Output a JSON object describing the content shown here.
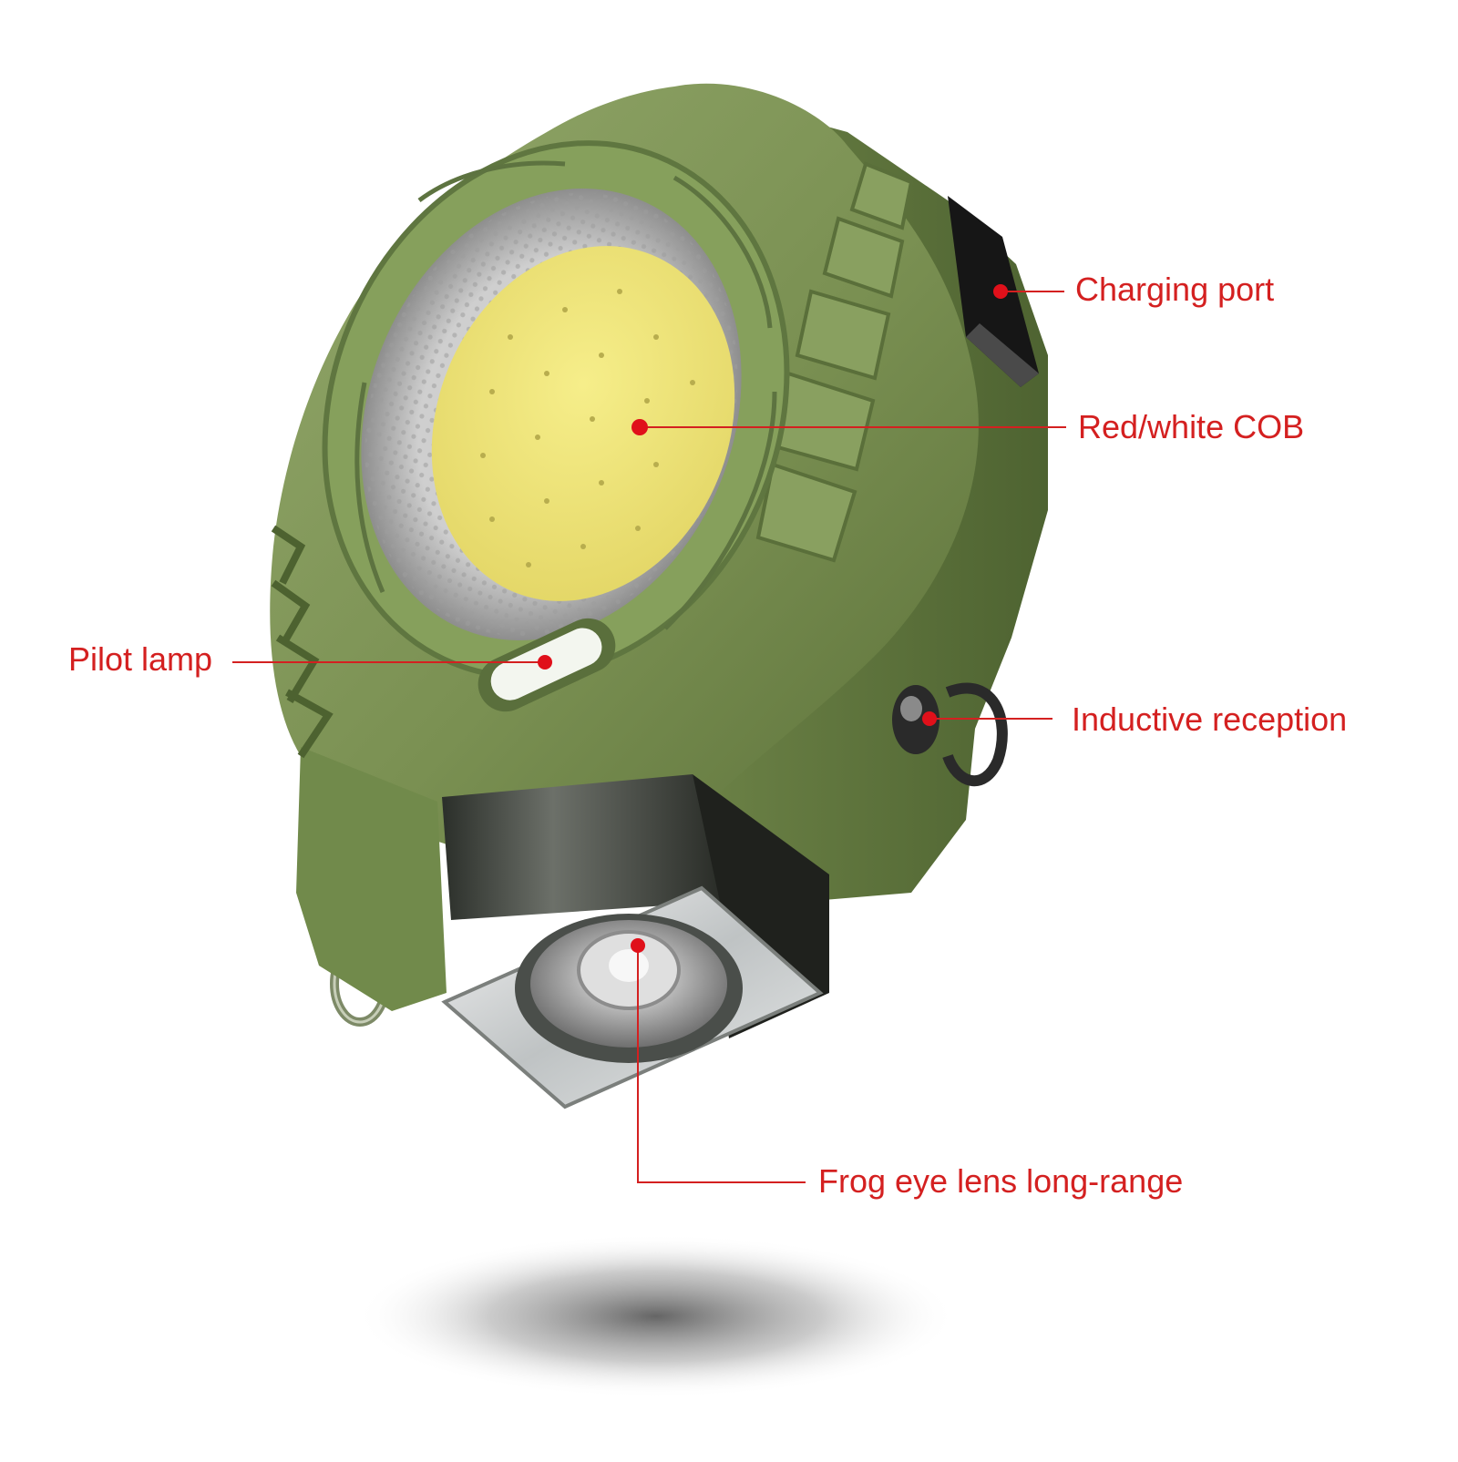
{
  "colors": {
    "label_red": "#d42020",
    "leader_red": "#d42020",
    "dot_red": "#e0101a",
    "body_green": "#7c9154",
    "body_green_dark": "#4f6532",
    "cob_yellow": "#f1e77a",
    "metal": "#d8dadb"
  },
  "callouts": {
    "charging_port": "Charging port",
    "cob": "Red/white COB",
    "pilot_lamp": "Pilot lamp",
    "inductive": "Inductive reception",
    "frog_eye": "Frog eye lens long-range"
  }
}
